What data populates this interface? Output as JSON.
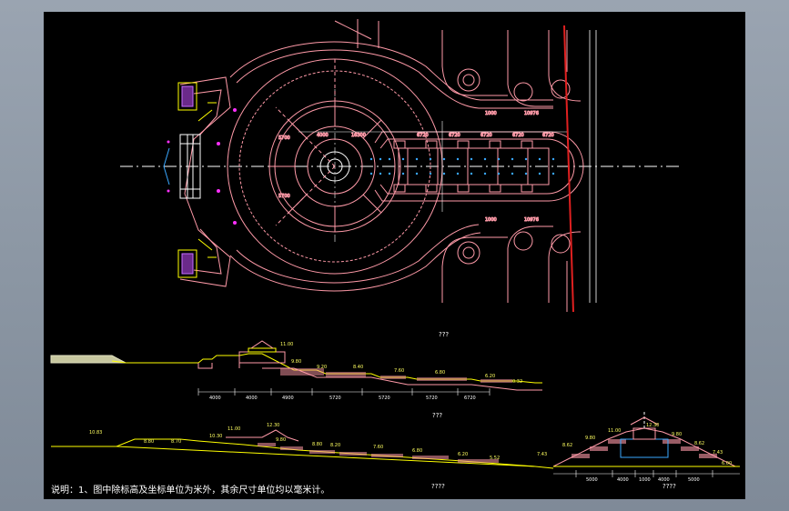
{
  "drawing": {
    "plan_caption": "???",
    "section1_caption": "???",
    "section2_caption_left": "????",
    "section2_caption_right": "????",
    "note": "说明：1、图中除标高及坐标单位为米外，其余尺寸单位均以毫米计。"
  },
  "plan_dims": [
    "4000",
    "16300",
    "6720",
    "6720",
    "6720",
    "6720",
    "6720"
  ],
  "plan_small_dims": [
    "1000",
    "10976",
    "1000",
    "10976",
    "5700",
    "5700"
  ],
  "section1_dims": [
    "4000",
    "4000",
    "4900",
    "5720",
    "5720",
    "5720",
    "6720"
  ],
  "section1_levels": [
    "11.00",
    "9.80",
    "9.20",
    "8.40",
    "7.60",
    "6.80",
    "6.20",
    "0.32"
  ],
  "section2_levels_left": [
    "10.83",
    "8.80",
    "8.70",
    "10.30",
    "11.00",
    "12.30",
    "9.80",
    "8.80",
    "8.20",
    "7.60",
    "6.80",
    "6.20",
    "5.52"
  ],
  "section2_levels_right": [
    "7.43",
    "8.62",
    "9.80",
    "11.00",
    "12.30",
    "9.80",
    "8.62",
    "7.43",
    "6.00"
  ],
  "section2_dims_right": [
    "5000",
    "4000",
    "1000",
    "4000",
    "5000"
  ],
  "colors": {
    "sheet": "#000000",
    "plan": "#ff9aa8",
    "axis": "#ffffff",
    "section": "#ffff00",
    "accent": "#e02020",
    "water": "#3aa8ff"
  }
}
